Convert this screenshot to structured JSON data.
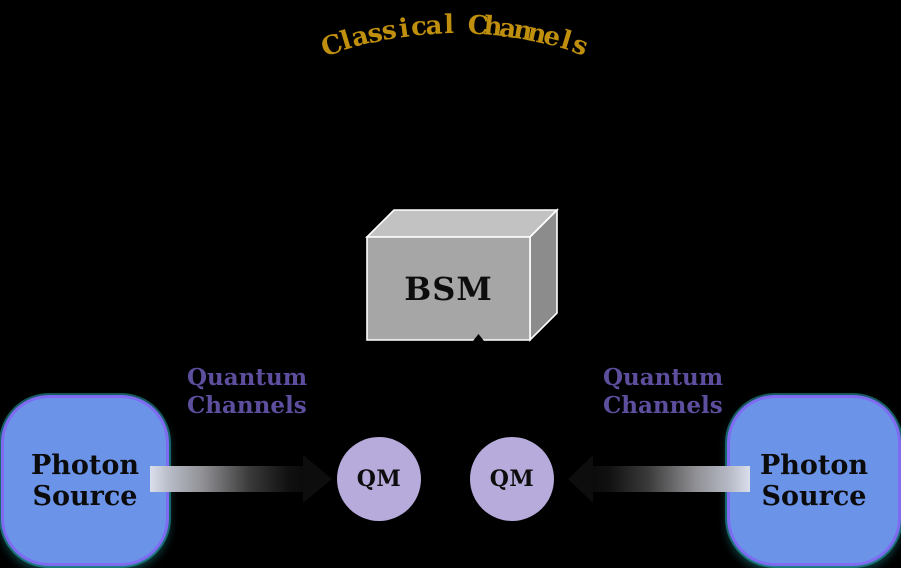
{
  "canvas": {
    "background": "#000000"
  },
  "classical": {
    "label": "Classical Channels",
    "color": "#BF8F0D"
  },
  "bsm": {
    "label": "BSM",
    "top_color": "#C2C2C2",
    "side_color": "#8C8C8C",
    "front_color": "#A6A6A6",
    "edge_color": "#FFFFFF"
  },
  "quantum_left": {
    "label": "Quantum Channels",
    "color": "#5D4E9E"
  },
  "quantum_right": {
    "label": "Quantum Channels",
    "color": "#5D4E9E"
  },
  "photon_left": {
    "label": "Photon Source",
    "fill": "#6B94E8",
    "border_color": "#7F6BF2",
    "glow_color": "#35D8E0"
  },
  "photon_right": {
    "label": "Photon Source",
    "fill": "#6B94E8",
    "border_color": "#7F6BF2",
    "glow_color": "#35D8E0"
  },
  "qm_left": {
    "label": "QM",
    "fill": "#B7ABDC"
  },
  "qm_right": {
    "label": "QM",
    "fill": "#B7ABDC"
  }
}
